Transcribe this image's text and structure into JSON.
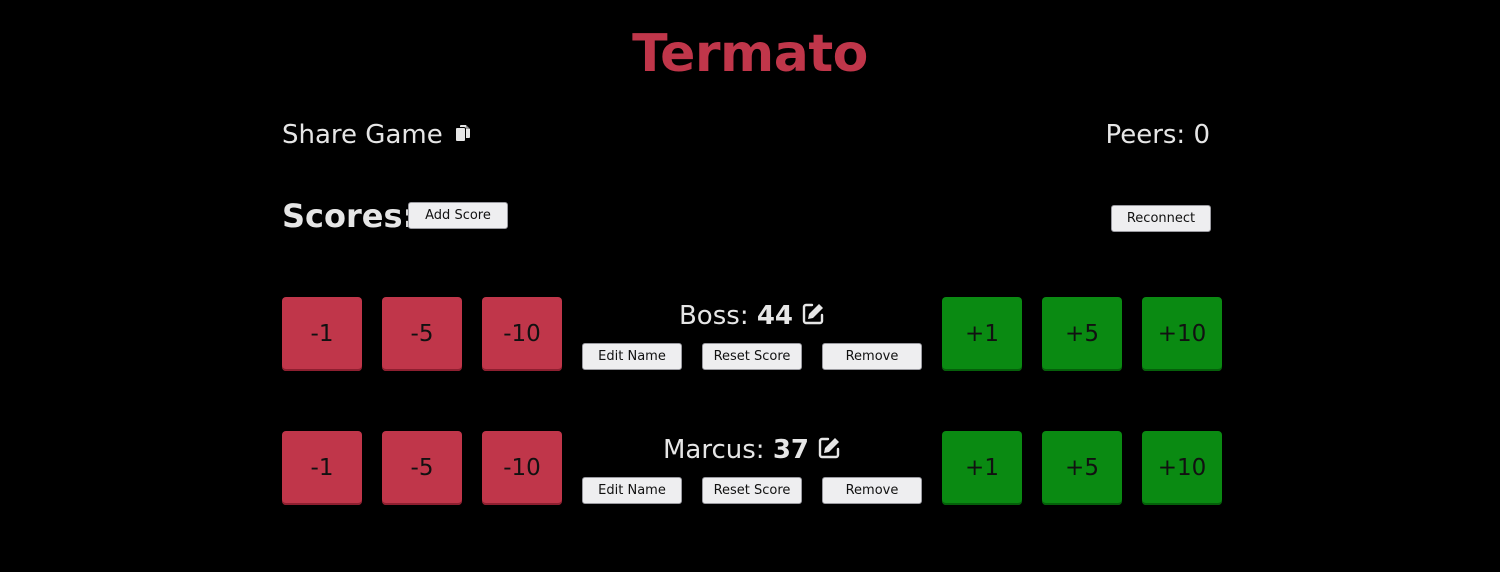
{
  "app": {
    "title": "Termato",
    "title_color": "#c0364a"
  },
  "header": {
    "share_label": "Share Game",
    "share_icon": "copy-icon",
    "peers_label": "Peers: 0"
  },
  "scores_section": {
    "heading": "Scores:",
    "add_score_label": "Add Score",
    "reconnect_label": "Reconnect"
  },
  "colors": {
    "minus_button": "#c0364a",
    "plus_button": "#0a8a12",
    "background": "#000000",
    "text": "#e6e6e6"
  },
  "players": [
    {
      "name": "Boss",
      "separator": ": ",
      "score": "44",
      "minus_labels": [
        "-1",
        "-5",
        "-10"
      ],
      "plus_labels": [
        "+1",
        "+5",
        "+10"
      ],
      "edit_name_label": "Edit Name",
      "reset_score_label": "Reset Score",
      "remove_label": "Remove",
      "edit_icon": "edit-icon"
    },
    {
      "name": "Marcus",
      "separator": ": ",
      "score": "37",
      "minus_labels": [
        "-1",
        "-5",
        "-10"
      ],
      "plus_labels": [
        "+1",
        "+5",
        "+10"
      ],
      "edit_name_label": "Edit Name",
      "reset_score_label": "Reset Score",
      "remove_label": "Remove",
      "edit_icon": "edit-icon"
    }
  ]
}
